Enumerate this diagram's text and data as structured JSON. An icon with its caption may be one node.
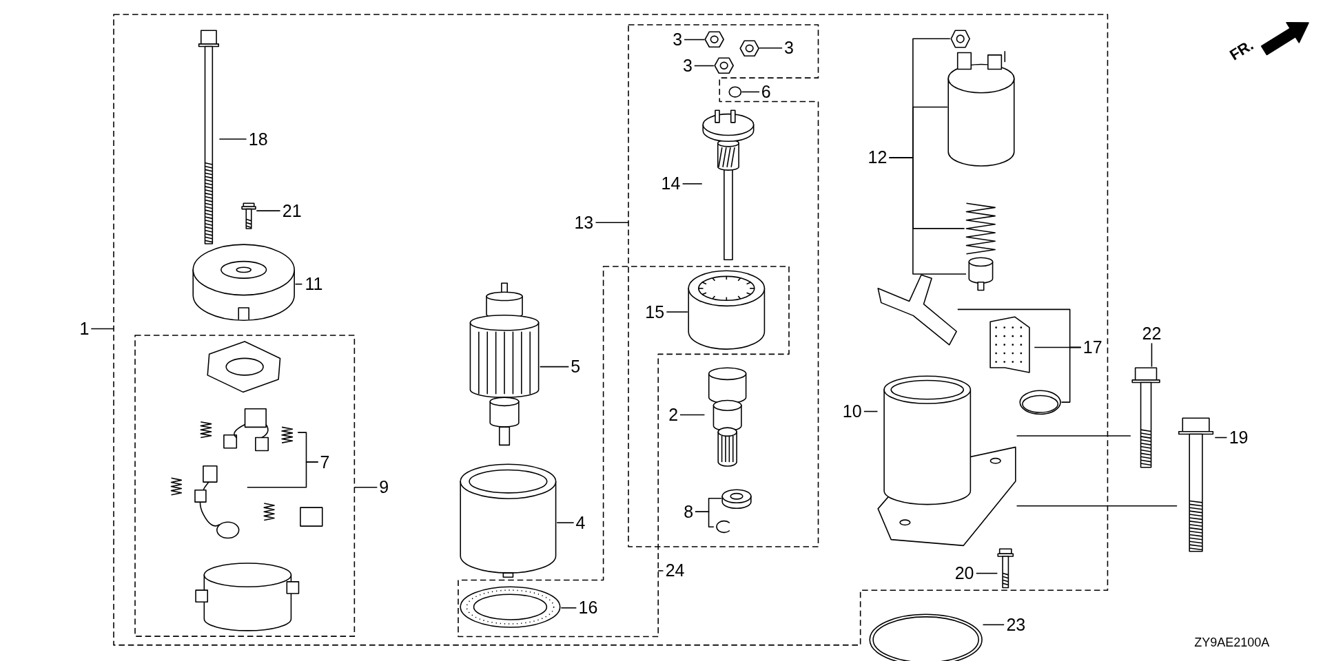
{
  "diagram": {
    "nodes": [
      {
        "text": [],
        "shape": "box"
      },
      {
        "text": [],
        "shape": "box",
        "in": 0
      },
      {
        "text": [],
        "shape": "box",
        "in": 0
      },
      {
        "text": [],
        "shape": "box",
        "in": 0
      },
      {
        "text": [],
        "shape": "picture",
        "in": 0
      },
      {
        "text": [],
        "shape": "picture",
        "in": 0
      },
      {
        "text": [],
        "shape": "picture",
        "in": 0
      },
      {
        "text": [],
        "shape": "picture",
        "in": 1
      },
      {
        "text": [],
        "shape": "picture",
        "in": 1
      },
      {
        "text": [],
        "shape": "picture",
        "in": 0
      },
      {
        "text": [],
        "shape": "cylinder",
        "in": 0
      },
      {
        "text": [],
        "shape": "picture",
        "in": 3
      },
      {
        "text": [],
        "shape": "picture",
        "in": 2
      },
      {
        "text": [],
        "shape": "picture",
        "in": 2
      },
      {
        "text": [],
        "shape": "picture",
        "in": 2
      },
      {
        "text": [],
        "shape": "circle",
        "in": 0
      },
      {
        "text": [],
        "shape": "picture",
        "in": 2
      },
      {
        "text": [],
        "shape": "picture"
      },
      {
        "text": [],
        "shape": "picture",
        "in": 2
      },
      {
        "text": [],
        "shape": "picture",
        "in": 2
      },
      {
        "text": [],
        "shape": "picture",
        "in": 2
      },
      {
        "text": [],
        "shape": "cylinder",
        "in": 0
      },
      {
        "text": [],
        "shape": "picture",
        "in": 0
      },
      {
        "text": [],
        "shape": "cylinder",
        "in": 0
      },
      {
        "text": [],
        "shape": "picture",
        "in": 0
      },
      {
        "text": [],
        "shape": "picture",
        "in": 0
      },
      {
        "text": [],
        "shape": "picture",
        "in": 0
      },
      {
        "text": [],
        "shape": "picture",
        "in": 0
      },
      {
        "text": [],
        "shape": "picture"
      },
      {
        "text": [],
        "shape": "picture"
      },
      {
        "text": [],
        "shape": "picture",
        "in": 0
      },
      {
        "text": [],
        "shape": "picture"
      },
      {
        "text": [],
        "shape": "picture",
        "in": 0
      },
      {
        "text": [
          "1"
        ]
      },
      {
        "text": [
          "18"
        ],
        "in": 0
      },
      {
        "text": [
          "21"
        ],
        "in": 0
      },
      {
        "text": [
          "11"
        ],
        "in": 0
      },
      {
        "text": [
          "7"
        ],
        "in": 1
      },
      {
        "text": [
          "9"
        ],
        "in": 0
      },
      {
        "text": [
          "5"
        ],
        "in": 0
      },
      {
        "text": [
          "4"
        ],
        "in": 0
      },
      {
        "text": [
          "16"
        ],
        "in": 3
      },
      {
        "text": [
          "24"
        ],
        "in": 0
      },
      {
        "text": [
          "13"
        ],
        "in": 0
      },
      {
        "text": [
          "3"
        ],
        "in": 2
      },
      {
        "text": [
          "3"
        ],
        "in": 2
      },
      {
        "text": [
          "3"
        ],
        "in": 2
      },
      {
        "text": [
          "6"
        ],
        "in": 0
      },
      {
        "text": [
          "14"
        ],
        "in": 2
      },
      {
        "text": [
          "15"
        ]
      },
      {
        "text": [
          "2"
        ],
        "in": 2
      },
      {
        "text": [
          "8"
        ],
        "in": 2
      },
      {
        "text": [
          "12"
        ],
        "in": 0
      },
      {
        "text": [
          "17"
        ],
        "in": 0
      },
      {
        "text": [
          "10"
        ],
        "in": 0
      },
      {
        "text": [
          "22"
        ]
      },
      {
        "text": [
          "19"
        ]
      },
      {
        "text": [
          "20"
        ],
        "in": 0
      },
      {
        "text": [
          "23"
        ]
      }
    ],
    "edges": [
      {
        "from": 33,
        "to": 0,
        "arrow": "none"
      },
      {
        "from": 34,
        "to": 4,
        "arrow": "none"
      },
      {
        "from": 35,
        "to": 5,
        "arrow": "none"
      },
      {
        "from": 36,
        "to": 6,
        "arrow": "none"
      },
      {
        "from": 37,
        "to": 7,
        "arrow": "none"
      },
      {
        "from": 37,
        "to": 8,
        "arrow": "none"
      },
      {
        "from": 38,
        "to": 1,
        "arrow": "none"
      },
      {
        "from": 39,
        "to": 9,
        "arrow": "none"
      },
      {
        "from": 40,
        "to": 10,
        "arrow": "none"
      },
      {
        "from": 41,
        "to": 11,
        "arrow": "none"
      },
      {
        "from": 42,
        "to": 3,
        "arrow": "none"
      },
      {
        "from": 43,
        "to": 2,
        "arrow": "none"
      },
      {
        "from": 44,
        "to": 12,
        "arrow": "none"
      },
      {
        "from": 45,
        "to": 13,
        "arrow": "none"
      },
      {
        "from": 46,
        "to": 14,
        "arrow": "none"
      },
      {
        "from": 47,
        "to": 15,
        "arrow": "none"
      },
      {
        "from": 48,
        "to": 16,
        "arrow": "none"
      },
      {
        "from": 49,
        "to": 17,
        "arrow": "none"
      },
      {
        "from": 50,
        "to": 18,
        "arrow": "none"
      },
      {
        "from": 51,
        "to": 19,
        "arrow": "none"
      },
      {
        "from": 51,
        "to": 20,
        "arrow": "none"
      },
      {
        "from": 52,
        "to": 32,
        "arrow": "none"
      },
      {
        "from": 52,
        "to": 21,
        "arrow": "none"
      },
      {
        "from": 52,
        "to": 22,
        "arrow": "none"
      },
      {
        "from": 52,
        "to": 23,
        "arrow": "none"
      },
      {
        "from": 53,
        "to": 24,
        "arrow": "none"
      },
      {
        "from": 53,
        "to": 25,
        "arrow": "none"
      },
      {
        "from": 53,
        "to": 26,
        "arrow": "none"
      },
      {
        "from": 54,
        "to": 27,
        "arrow": "none"
      },
      {
        "from": 55,
        "to": 28,
        "arrow": "none"
      },
      {
        "from": 56,
        "to": 29,
        "arrow": "none"
      },
      {
        "from": 57,
        "to": 30,
        "arrow": "none"
      },
      {
        "from": 58,
        "to": 31,
        "arrow": "none"
      },
      {
        "from": 27,
        "to": 28,
        "arrow": "none"
      },
      {
        "from": 27,
        "to": 29,
        "arrow": "none"
      }
    ],
    "labels": [
      "FR.",
      "ZY9AE2100A"
    ]
  }
}
